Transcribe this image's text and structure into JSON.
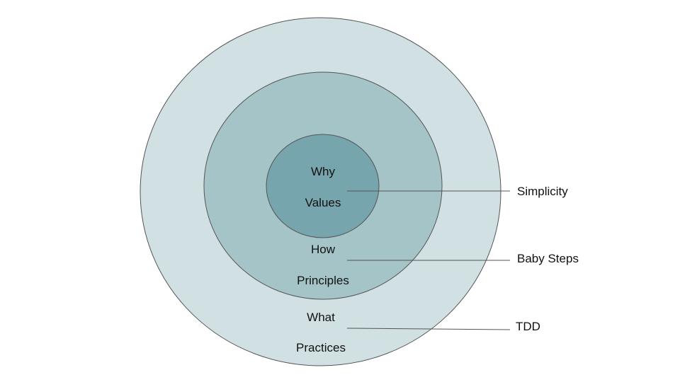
{
  "diagram": {
    "type": "concentric-circles",
    "colors": {
      "outer": "#d1e0e3",
      "middle": "#a4c4c8",
      "inner": "#77a5ae",
      "stroke": "#555555",
      "text": "#111111"
    },
    "rings": [
      {
        "id": "inner",
        "question": "Why",
        "category": "Values",
        "example": "Simplicity"
      },
      {
        "id": "middle",
        "question": "How",
        "category": "Principles",
        "example": "Baby Steps"
      },
      {
        "id": "outer",
        "question": "What",
        "category": "Practices",
        "example": "TDD"
      }
    ]
  }
}
